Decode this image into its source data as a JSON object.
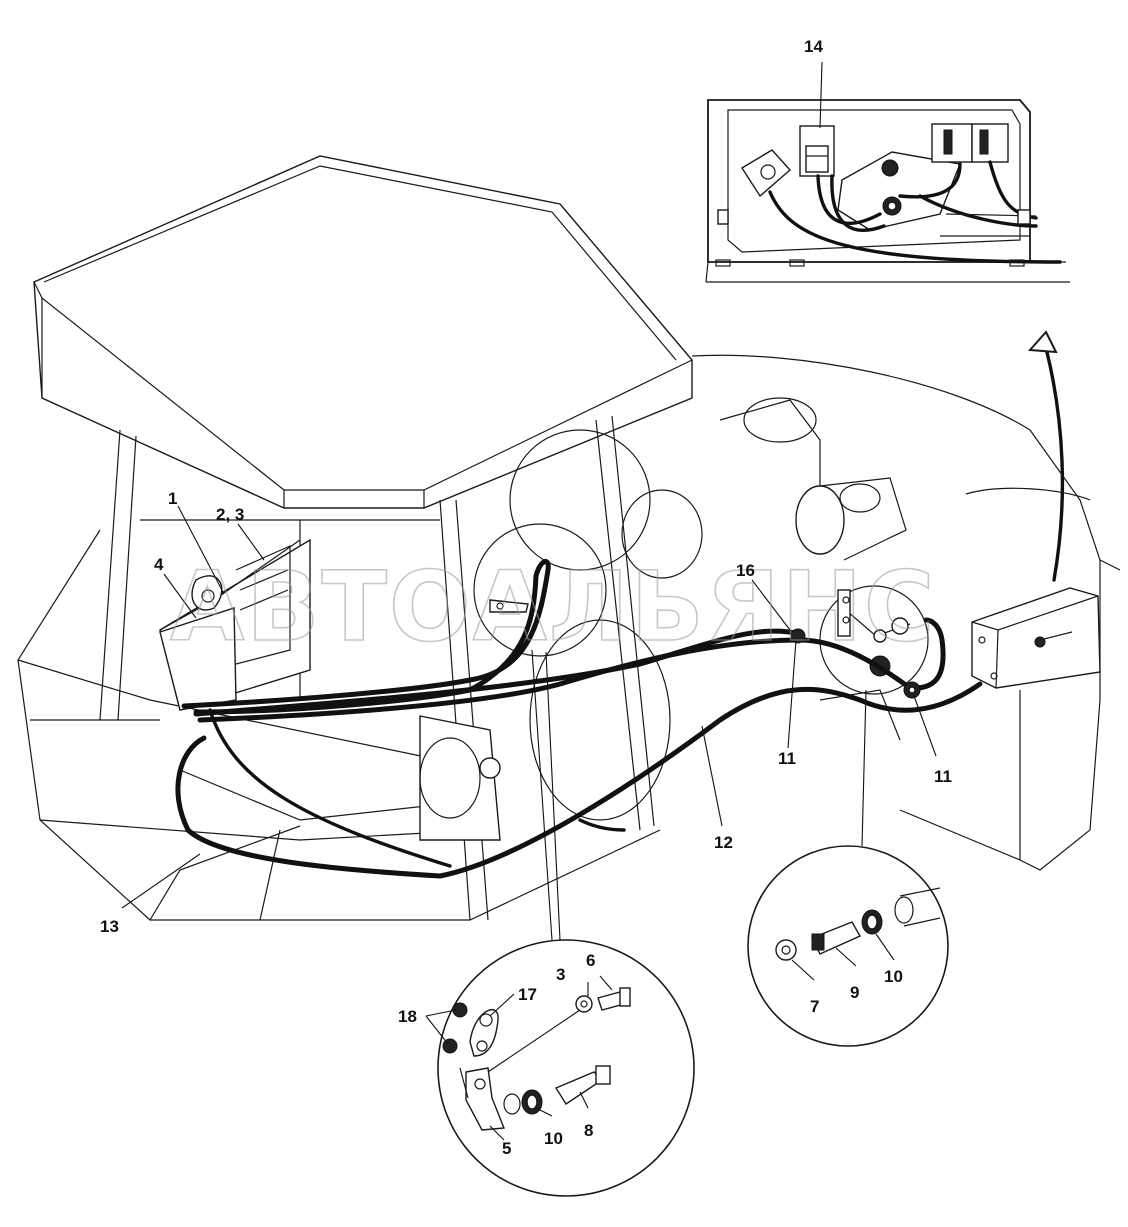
{
  "watermark": "АВТОАЛЬЯНС",
  "callouts": {
    "c1": "1",
    "c2_3": "2, 3",
    "c4": "4",
    "c11_left": "11",
    "c11_right": "11",
    "c12": "12",
    "c13": "13",
    "c14": "14",
    "c16": "16",
    "d1_c3": "3",
    "d1_c6": "6",
    "d1_c17": "17",
    "d1_c18": "18",
    "d1_c5": "5",
    "d1_c10": "10",
    "d1_c8": "8",
    "d2_c7": "7",
    "d2_c9": "9",
    "d2_c10": "10"
  },
  "colors": {
    "line": "#1a1a1a",
    "cable": "#111111",
    "watermark": "#9a9a9a"
  }
}
